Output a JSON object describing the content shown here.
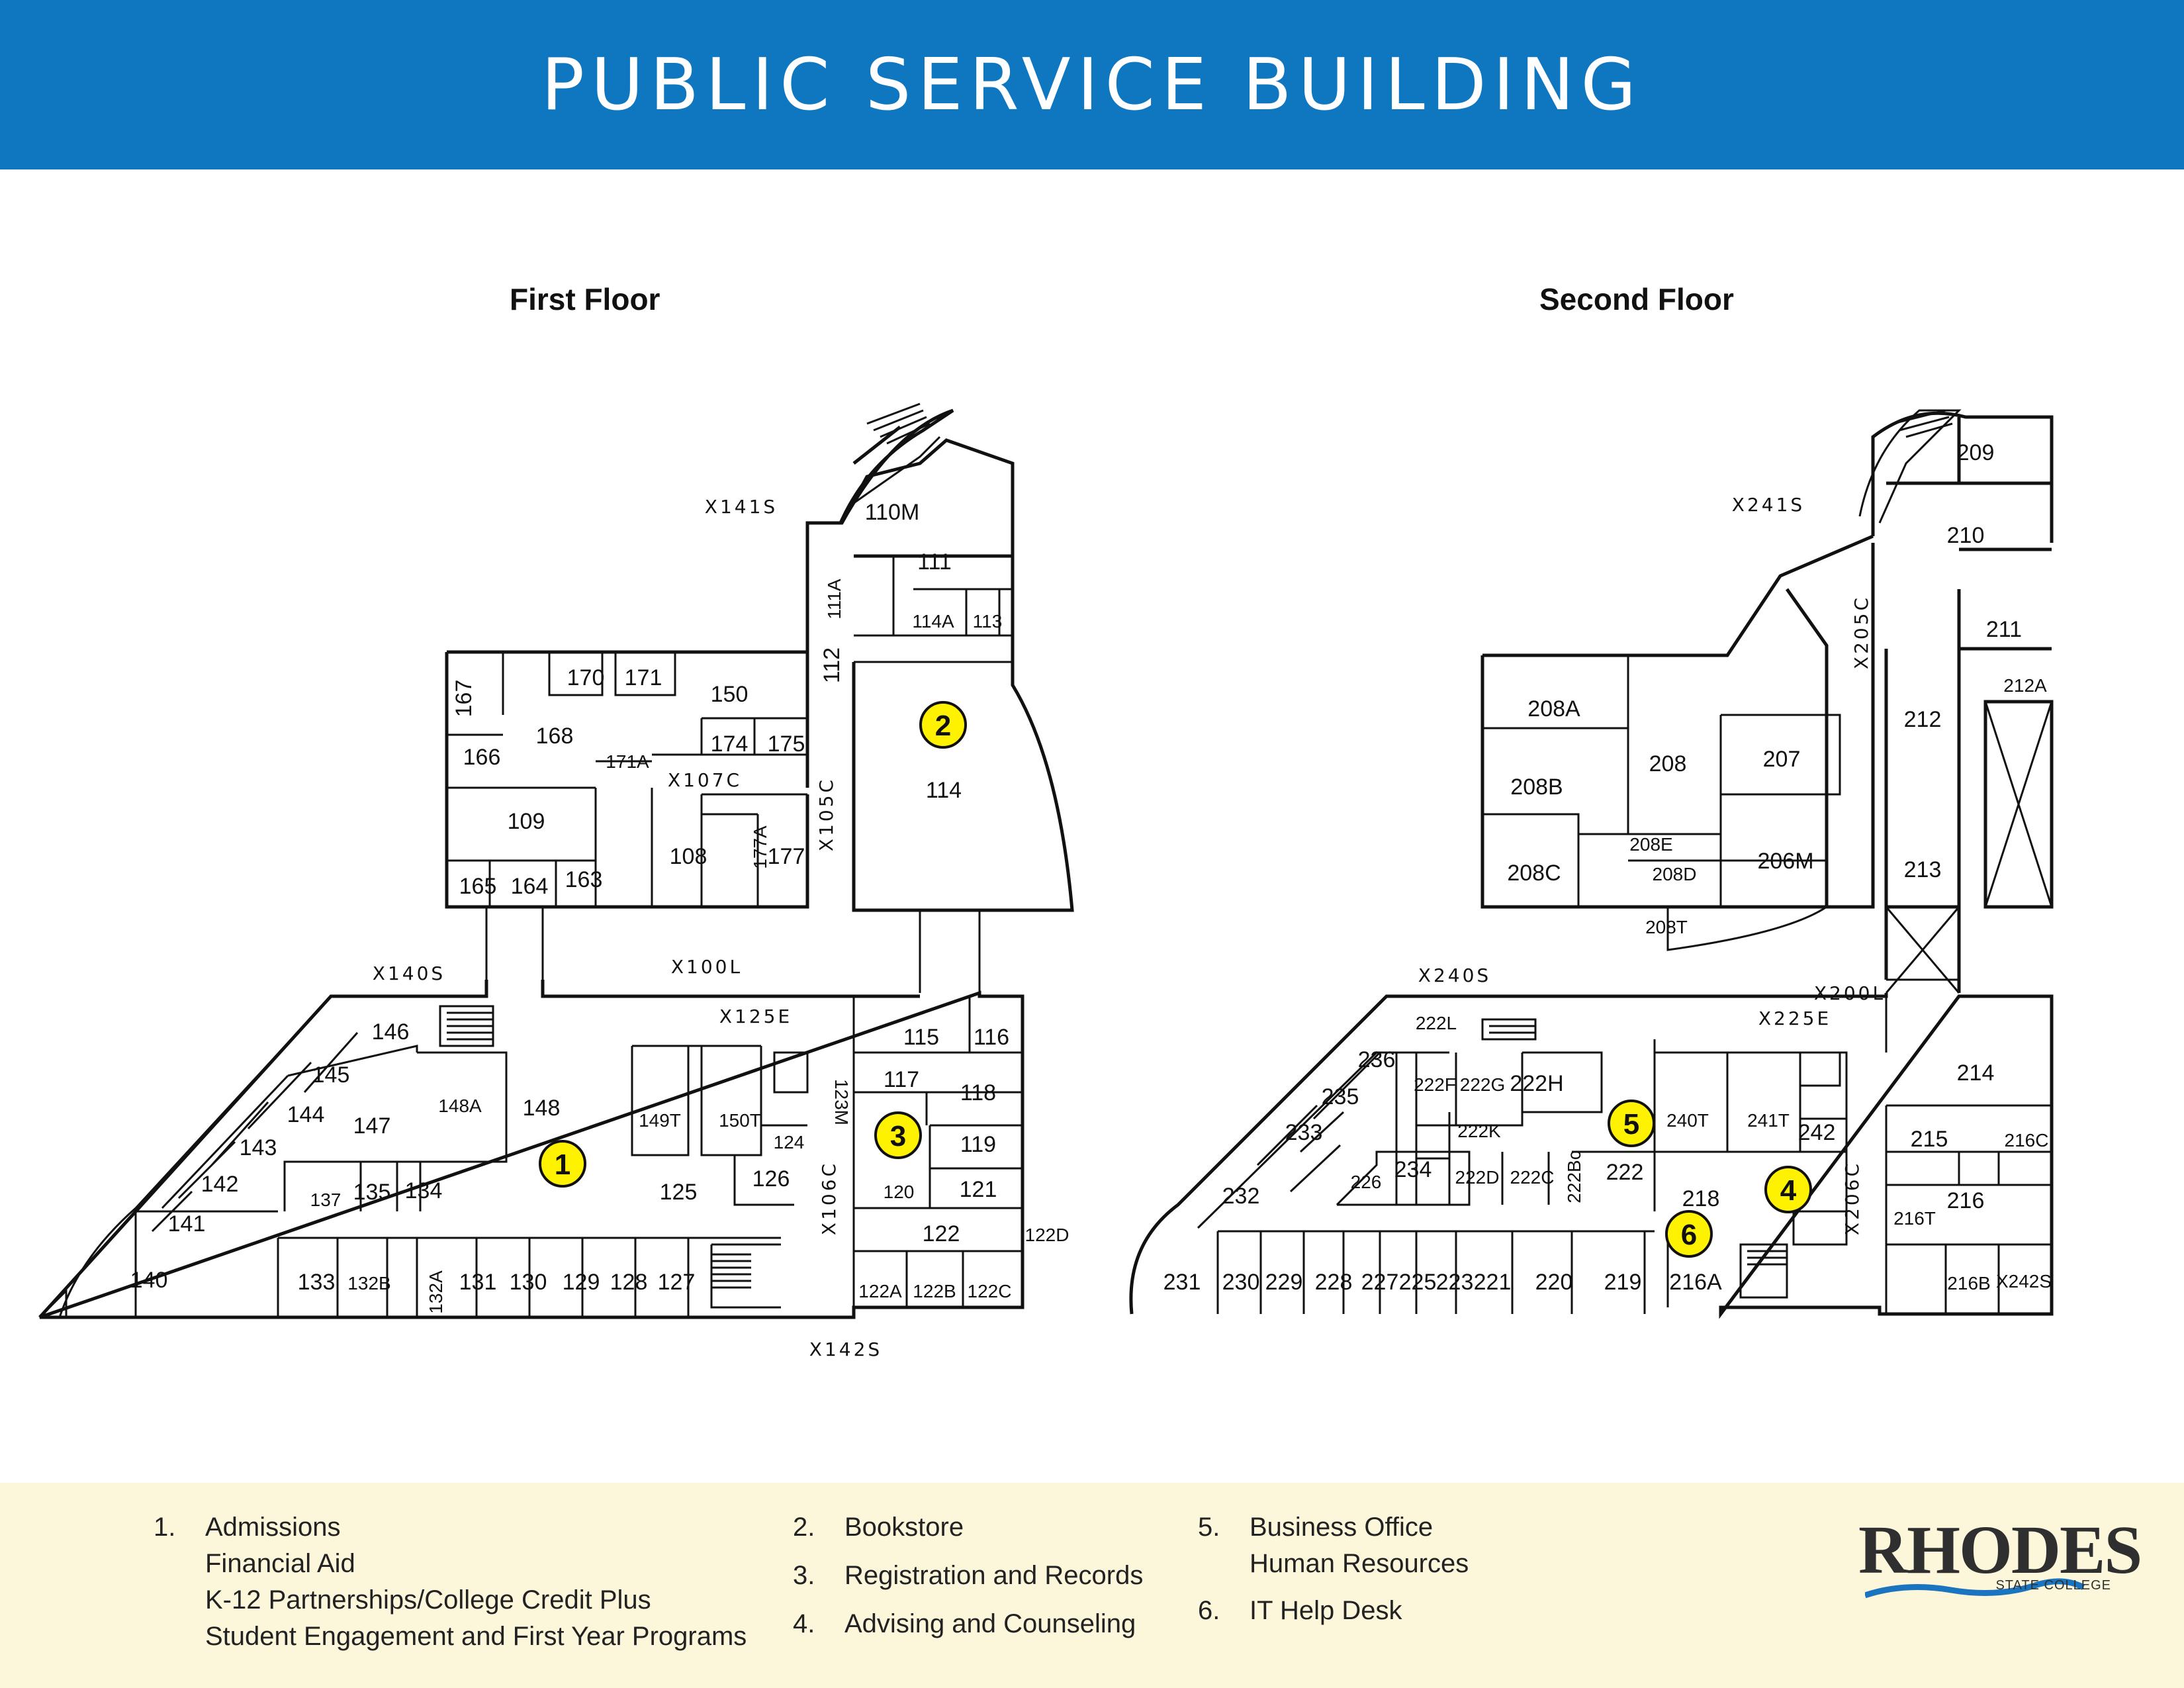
{
  "header": {
    "title": "PUBLIC SERVICE BUILDING"
  },
  "floors": [
    {
      "title": "First Floor"
    },
    {
      "title": "Second Floor"
    }
  ],
  "first_floor_rooms": [
    "X141S",
    "110M",
    "111",
    "111A",
    "114A",
    "113",
    "112",
    "114",
    "167",
    "170",
    "171",
    "150",
    "168",
    "174",
    "175",
    "166",
    "171A",
    "X107C",
    "X105C",
    "109",
    "108",
    "177A",
    "177",
    "165",
    "164",
    "163",
    "X100L",
    "X140S",
    "146",
    "148A",
    "148",
    "X125E",
    "115",
    "116",
    "117",
    "118",
    "145",
    "144",
    "147",
    "149T",
    "150T",
    "123M",
    "124",
    "119",
    "143",
    "142",
    "137",
    "135",
    "134",
    "125",
    "126",
    "120",
    "121",
    "X106C",
    "141",
    "122",
    "122D",
    "140",
    "133",
    "132B",
    "132A",
    "131",
    "130",
    "129",
    "128",
    "127",
    "122A",
    "122B",
    "122C",
    "X142S"
  ],
  "second_floor_rooms": [
    "209",
    "X241S",
    "210",
    "X205C",
    "211",
    "212A",
    "208A",
    "212",
    "208",
    "207",
    "208B",
    "208E",
    "208D",
    "206M",
    "213",
    "208C",
    "208T",
    "X240S",
    "X200L",
    "X225E",
    "222L",
    "214",
    "236",
    "222F",
    "222G",
    "222H",
    "235",
    "240T",
    "241T",
    "233",
    "222K",
    "242",
    "215",
    "216C",
    "234",
    "222D",
    "222C",
    "222Bc",
    "222",
    "226",
    "232",
    "218",
    "216",
    "X206C",
    "216T",
    "231",
    "230",
    "229",
    "228",
    "227",
    "225",
    "223",
    "221",
    "220",
    "219",
    "216A",
    "216B",
    "X242S"
  ],
  "markers": [
    "1",
    "2",
    "3",
    "4",
    "5",
    "6"
  ],
  "legend": [
    {
      "num": "1.",
      "items": [
        "Admissions",
        "Financial Aid",
        "K-12 Partnerships/College Credit Plus",
        "Student Engagement and First Year Programs"
      ]
    },
    {
      "num": "2.",
      "items": [
        "Bookstore"
      ]
    },
    {
      "num": "3.",
      "items": [
        "Registration and Records"
      ]
    },
    {
      "num": "4.",
      "items": [
        "Advising and Counseling"
      ]
    },
    {
      "num": "5.",
      "items": [
        "Business Office",
        "Human Resources"
      ]
    },
    {
      "num": "6.",
      "items": [
        "IT Help Desk"
      ]
    }
  ],
  "logo": {
    "name": "RHODES",
    "subtitle": "STATE COLLEGE"
  },
  "colors": {
    "header": "#0f77c0",
    "legend_bg": "#fcf6da",
    "marker": "#fff200"
  }
}
